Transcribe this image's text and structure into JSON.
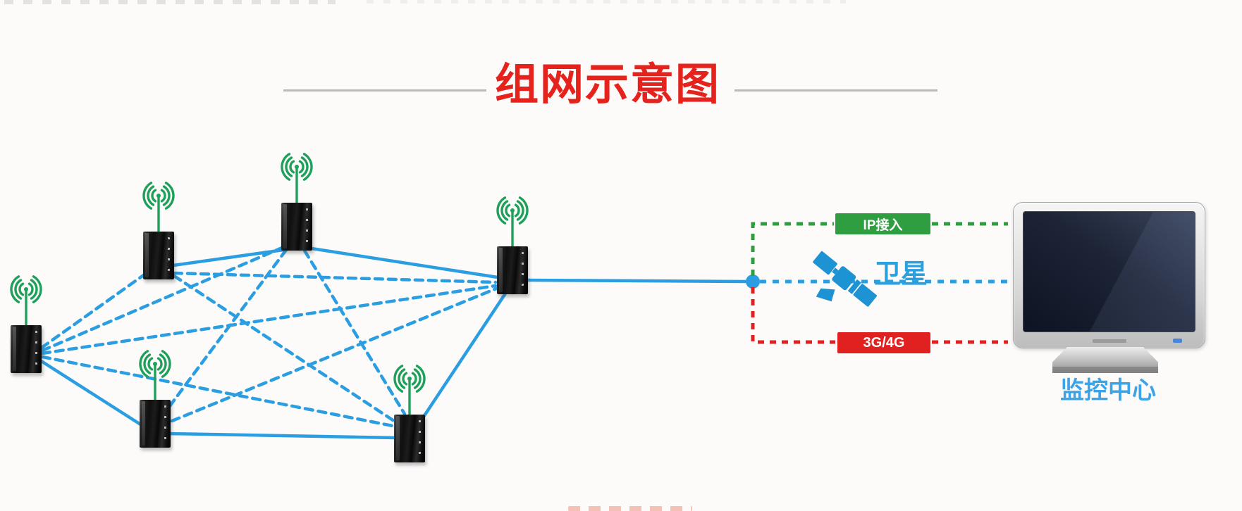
{
  "title": {
    "text": "组网示意图",
    "color": "#e5221c"
  },
  "mesh_network": {
    "node_count": 6,
    "node_icon": "wifi-antenna-radio",
    "link_color": "#2b9ee2",
    "antenna_color": "#1fa05a",
    "solid_link_style": "solid",
    "mesh_link_style": "dashed"
  },
  "uplinks": {
    "ip": {
      "label": "IP接入",
      "color": "#2f9e41"
    },
    "satellite": {
      "label": "卫星",
      "color": "#1e93d4",
      "icon": "satellite-icon"
    },
    "cellular": {
      "label": "3G/4G",
      "color": "#e0211f"
    }
  },
  "monitoring_center": {
    "label": "监控中心",
    "label_color": "#3ba3e8",
    "icon": "crt-monitor"
  }
}
